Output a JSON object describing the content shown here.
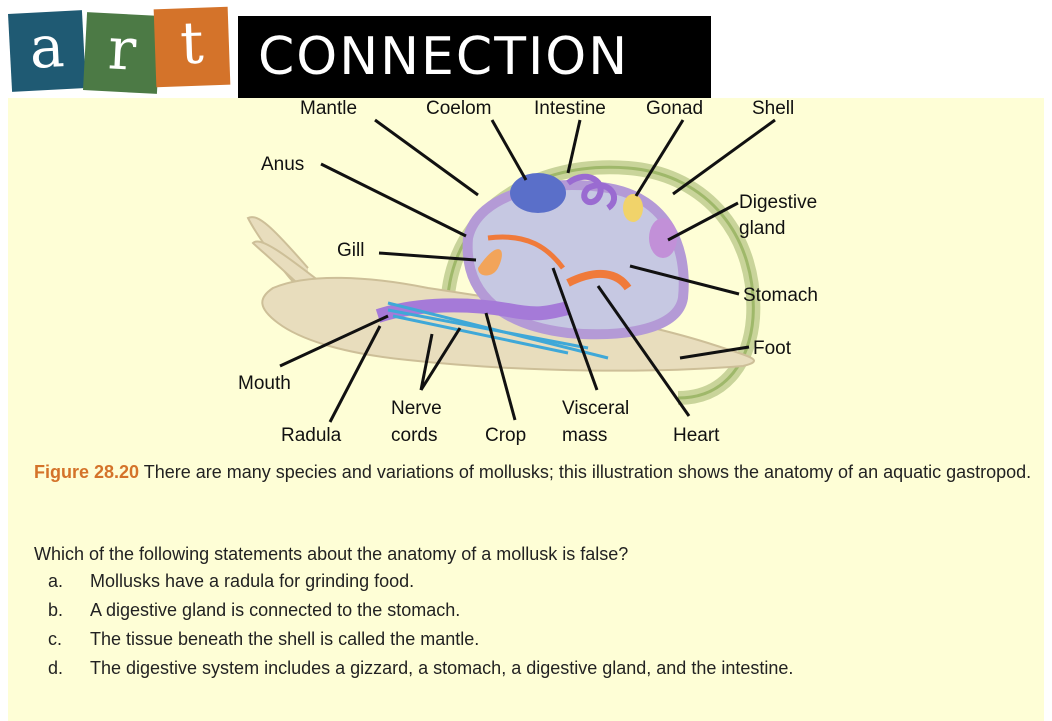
{
  "header": {
    "tile_a": "a",
    "tile_r": "r",
    "tile_t": "t",
    "banner": "CONNECTION"
  },
  "figure": {
    "labels": {
      "mantle": "Mantle",
      "coelom": "Coelom",
      "intestine": "Intestine",
      "gonad": "Gonad",
      "shell": "Shell",
      "anus": "Anus",
      "digestive_gland_1": "Digestive",
      "digestive_gland_2": "gland",
      "gill": "Gill",
      "stomach": "Stomach",
      "foot": "Foot",
      "mouth": "Mouth",
      "nerve_cords_1": "Nerve",
      "nerve_cords_2": "cords",
      "visceral_mass_1": "Visceral",
      "visceral_mass_2": "mass",
      "radula": "Radula",
      "crop": "Crop",
      "heart": "Heart"
    }
  },
  "caption": {
    "figure_number": "Figure 28.20",
    "text": " There are many species and variations of mollusks; this illustration shows the anatomy of an aquatic gastropod."
  },
  "question": "Which of the following statements about the anatomy of a mollusk is false?",
  "options": [
    {
      "letter": "a.",
      "text": "Mollusks have a radula for grinding food."
    },
    {
      "letter": "b.",
      "text": "A digestive gland is connected to the stomach."
    },
    {
      "letter": "c.",
      "text": "The tissue beneath the shell is called the mantle."
    },
    {
      "letter": "d.",
      "text": "The digestive system includes a gizzard, a stomach, a digestive gland, and the intestine."
    }
  ],
  "colors": {
    "panel_bg": "#fefed6",
    "tile_a": "#1f5a73",
    "tile_r": "#4c7a45",
    "tile_t": "#d4732a",
    "figure_number": "#d4732a"
  }
}
